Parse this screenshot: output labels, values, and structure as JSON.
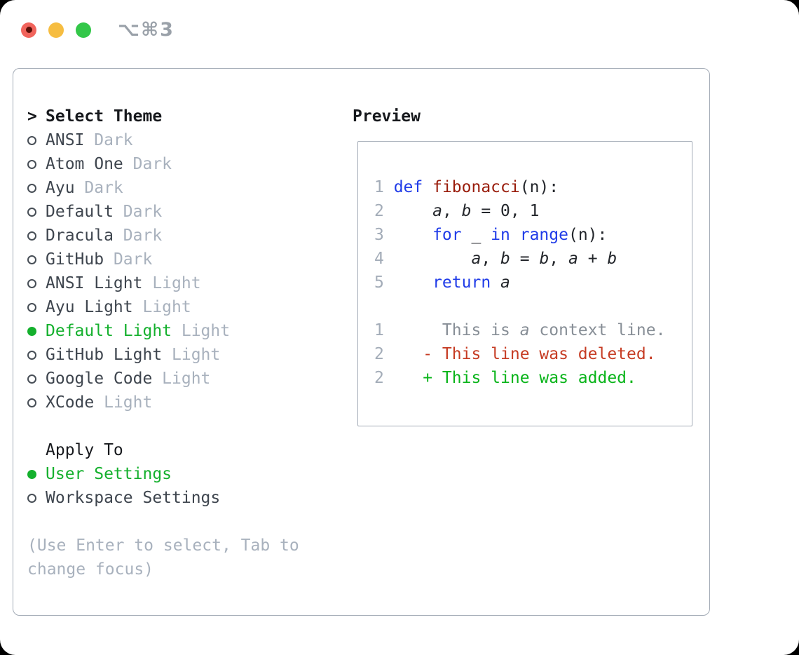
{
  "window": {
    "title": "⌥⌘3"
  },
  "colors": {
    "accent_green": "#14b02d",
    "keyword_blue": "#1f3be8",
    "function_red": "#991c0b",
    "deleted_red": "#c63c24",
    "added_green": "#09b41a",
    "context_gray": "#878e96",
    "line_number_gray": "#a3acb8",
    "muted_gray": "#a8b1bd",
    "text_dark": "#3e454e",
    "heading_black": "#17191d",
    "code_black": "#23262b",
    "panel_border": "#a3abb6"
  },
  "theme_list": {
    "focus_prefix": ">",
    "header": "Select Theme",
    "items": [
      {
        "name": "ANSI",
        "variant": "Dark",
        "selected": false
      },
      {
        "name": "Atom One",
        "variant": "Dark",
        "selected": false
      },
      {
        "name": "Ayu",
        "variant": "Dark",
        "selected": false
      },
      {
        "name": "Default",
        "variant": "Dark",
        "selected": false
      },
      {
        "name": "Dracula",
        "variant": "Dark",
        "selected": false
      },
      {
        "name": "GitHub",
        "variant": "Dark",
        "selected": false
      },
      {
        "name": "ANSI Light",
        "variant": "Light",
        "selected": false
      },
      {
        "name": "Ayu Light",
        "variant": "Light",
        "selected": false
      },
      {
        "name": "Default Light",
        "variant": "Light",
        "selected": true
      },
      {
        "name": "GitHub Light",
        "variant": "Light",
        "selected": false
      },
      {
        "name": "Google Code",
        "variant": "Light",
        "selected": false
      },
      {
        "name": "XCode",
        "variant": "Light",
        "selected": false
      }
    ]
  },
  "apply_to": {
    "header": "Apply To",
    "items": [
      {
        "name": "User Settings",
        "selected": true
      },
      {
        "name": "Workspace Settings",
        "selected": false
      }
    ]
  },
  "footer_hint": "(Use Enter to select, Tab to change focus)",
  "preview": {
    "title": "Preview",
    "lines": [
      {
        "num": "1",
        "tokens": [
          {
            "t": "def",
            "c": "kw"
          },
          {
            "t": " "
          },
          {
            "t": "fibonacci",
            "c": "fn"
          },
          {
            "t": "(n):"
          }
        ]
      },
      {
        "num": "2",
        "tokens": [
          {
            "t": "    "
          },
          {
            "t": "a",
            "i": true
          },
          {
            "t": ", "
          },
          {
            "t": "b",
            "i": true
          },
          {
            "t": " = 0, 1"
          }
        ]
      },
      {
        "num": "3",
        "tokens": [
          {
            "t": "    "
          },
          {
            "t": "for",
            "c": "kw"
          },
          {
            "t": " _ "
          },
          {
            "t": "in",
            "c": "kw"
          },
          {
            "t": " "
          },
          {
            "t": "range",
            "c": "kw"
          },
          {
            "t": "(n):"
          }
        ]
      },
      {
        "num": "4",
        "tokens": [
          {
            "t": "        "
          },
          {
            "t": "a",
            "i": true
          },
          {
            "t": ", "
          },
          {
            "t": "b",
            "i": true
          },
          {
            "t": " = "
          },
          {
            "t": "b",
            "i": true
          },
          {
            "t": ", "
          },
          {
            "t": "a",
            "i": true
          },
          {
            "t": " + "
          },
          {
            "t": "b",
            "i": true
          }
        ]
      },
      {
        "num": "5",
        "tokens": [
          {
            "t": "    "
          },
          {
            "t": "return",
            "c": "kw"
          },
          {
            "t": " "
          },
          {
            "t": "a",
            "i": true
          }
        ]
      },
      {
        "num": "",
        "tokens": []
      },
      {
        "num": "1",
        "tokens": [
          {
            "t": "     This is ",
            "c": "ctx"
          },
          {
            "t": "a",
            "c": "ctx",
            "i": true
          },
          {
            "t": " context line.",
            "c": "ctx"
          }
        ]
      },
      {
        "num": "2",
        "tokens": [
          {
            "t": "   - This line was deleted.",
            "c": "del"
          }
        ]
      },
      {
        "num": "2",
        "tokens": [
          {
            "t": "   + This line was added.",
            "c": "add"
          }
        ]
      }
    ]
  }
}
